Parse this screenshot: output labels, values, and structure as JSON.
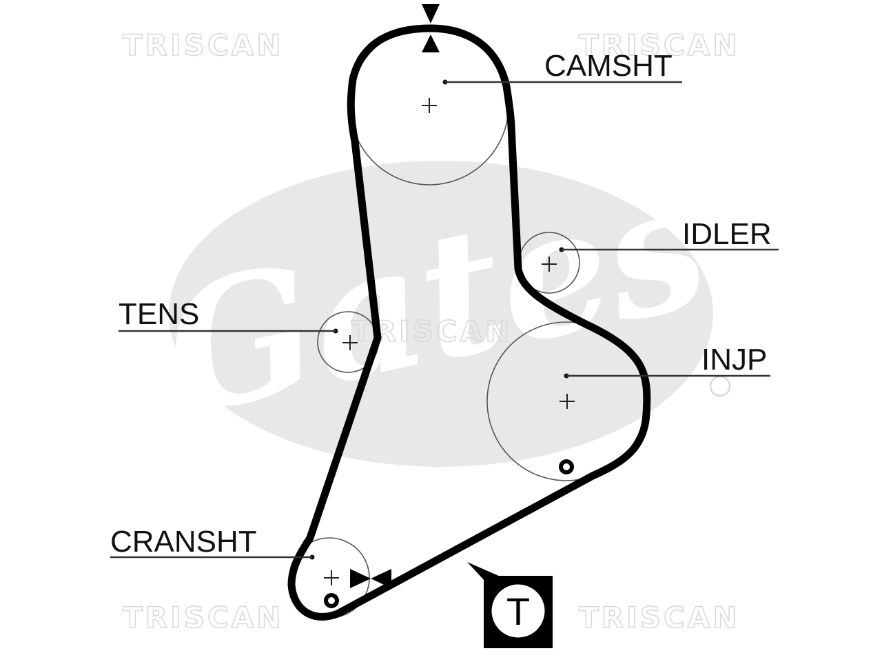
{
  "watermark": {
    "text": "TRISCAN",
    "logo_text": "Gates",
    "color": "#d9d9d9",
    "logo_color": "#e6e6e6"
  },
  "labels": {
    "camshaft": "CAMSHT",
    "idler": "IDLER",
    "tensioner": "TENS",
    "injection_pump": "INJP",
    "crankshaft": "CRANSHT",
    "tension_mark": "T"
  },
  "colors": {
    "belt": "#000000",
    "pulley": "#555555",
    "text": "#111111"
  }
}
